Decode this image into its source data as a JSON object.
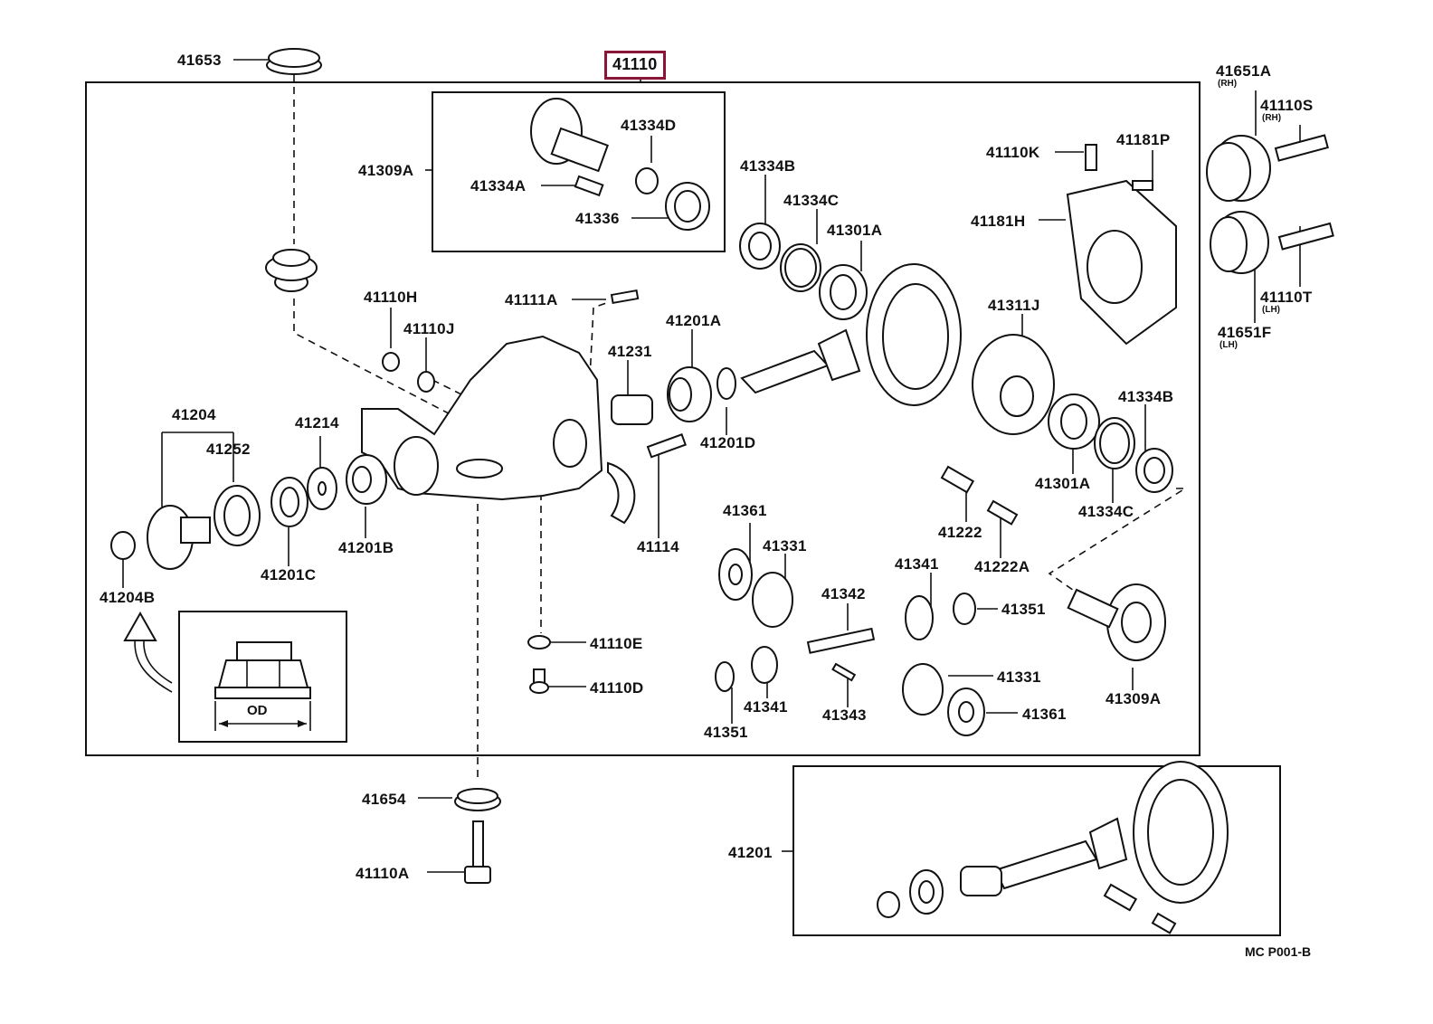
{
  "diagram": {
    "title_part": "41110",
    "highlight_color": "#8b1538",
    "drawing_code": "MC  P001-B",
    "inset_label": "OD",
    "labels": {
      "p41653": "41653",
      "p41110": "41110",
      "p41309A_top": "41309A",
      "p41334D": "41334D",
      "p41334A": "41334A",
      "p41336": "41336",
      "p41334B_top": "41334B",
      "p41334C_top": "41334C",
      "p41301A_top": "41301A",
      "p41110K": "41110K",
      "p41181P": "41181P",
      "p41181H": "41181H",
      "p41311J": "41311J",
      "p41651A": "41651A",
      "p41110S": "41110S",
      "p41110T": "41110T",
      "p41651F": "41651F",
      "p41110H": "41110H",
      "p41110J": "41110J",
      "p41111A": "41111A",
      "p41201A": "41201A",
      "p41231": "41231",
      "p41201D": "41201D",
      "p41204": "41204",
      "p41252": "41252",
      "p41214": "41214",
      "p41201C": "41201C",
      "p41201B": "41201B",
      "p41204B": "41204B",
      "p41114": "41114",
      "p41301A_bot": "41301A",
      "p41334B_bot": "41334B",
      "p41334C_bot": "41334C",
      "p41222": "41222",
      "p41222A": "41222A",
      "p41361_a": "41361",
      "p41331_a": "41331",
      "p41341_a": "41341",
      "p41342": "41342",
      "p41351_a": "41351",
      "p41341_b": "41341",
      "p41343": "41343",
      "p41351_b": "41351",
      "p41331_b": "41331",
      "p41361_b": "41361",
      "p41309A_bot": "41309A",
      "p41110E": "41110E",
      "p41110D": "41110D",
      "p41654": "41654",
      "p41110A": "41110A",
      "p41201": "41201"
    },
    "side_notes": {
      "rh_1": "(RH)",
      "rh_2": "(RH)",
      "lh_1": "(LH)",
      "lh_2": "(LH)"
    }
  }
}
